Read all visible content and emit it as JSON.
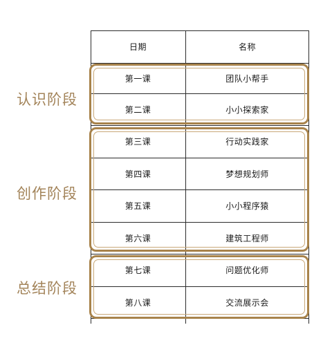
{
  "table": {
    "headers": {
      "date": "日期",
      "name": "名称"
    },
    "rows": [
      {
        "lesson": "第一课",
        "name": "团队小帮手"
      },
      {
        "lesson": "第二课",
        "name": "小小探索家"
      },
      {
        "lesson": "第三课",
        "name": "行动实践家"
      },
      {
        "lesson": "第四课",
        "name": "梦想规划师"
      },
      {
        "lesson": "第五课",
        "name": "小小程序猿"
      },
      {
        "lesson": "第六课",
        "name": "建筑工程师"
      },
      {
        "lesson": "第七课",
        "name": "问题优化师"
      },
      {
        "lesson": "第八课",
        "name": "交流展示会"
      }
    ]
  },
  "stages": [
    {
      "label": "认识阶段"
    },
    {
      "label": "创作阶段"
    },
    {
      "label": "总结阶段"
    }
  ],
  "colors": {
    "accent": "#a8834b",
    "accent_light": "#c9a878",
    "label": "#a3845a",
    "line": "#2a2a2a"
  }
}
